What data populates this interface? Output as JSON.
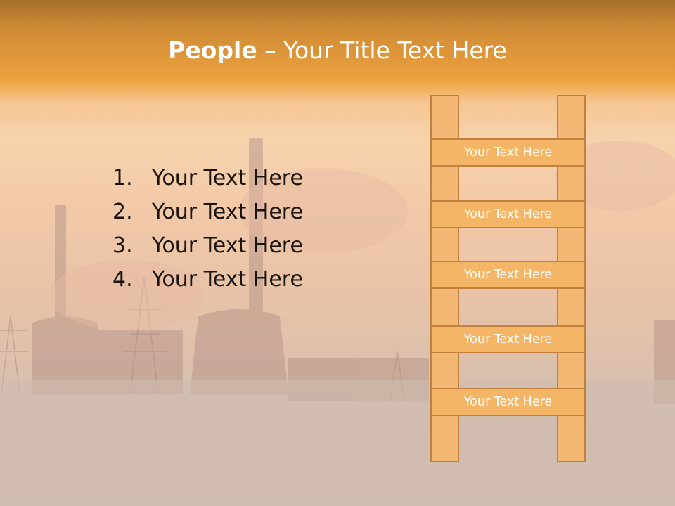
{
  "title": {
    "bold": "People",
    "rest": " – Your Title Text Here"
  },
  "list": [
    {
      "number": "1.",
      "text": "Your Text Here"
    },
    {
      "number": "2.",
      "text": "Your Text Here"
    },
    {
      "number": "3.",
      "text": "Your Text Here"
    },
    {
      "number": "4.",
      "text": "Your Text Here"
    }
  ],
  "ladder": {
    "rungs": [
      "Your Text Here",
      "Your Text Here",
      "Your Text Here",
      "Your Text Here",
      "Your Text Here"
    ]
  },
  "colors": {
    "header_orange": "#eea23f",
    "ladder_fill": "#f5b567",
    "ladder_border": "#c3803c"
  }
}
